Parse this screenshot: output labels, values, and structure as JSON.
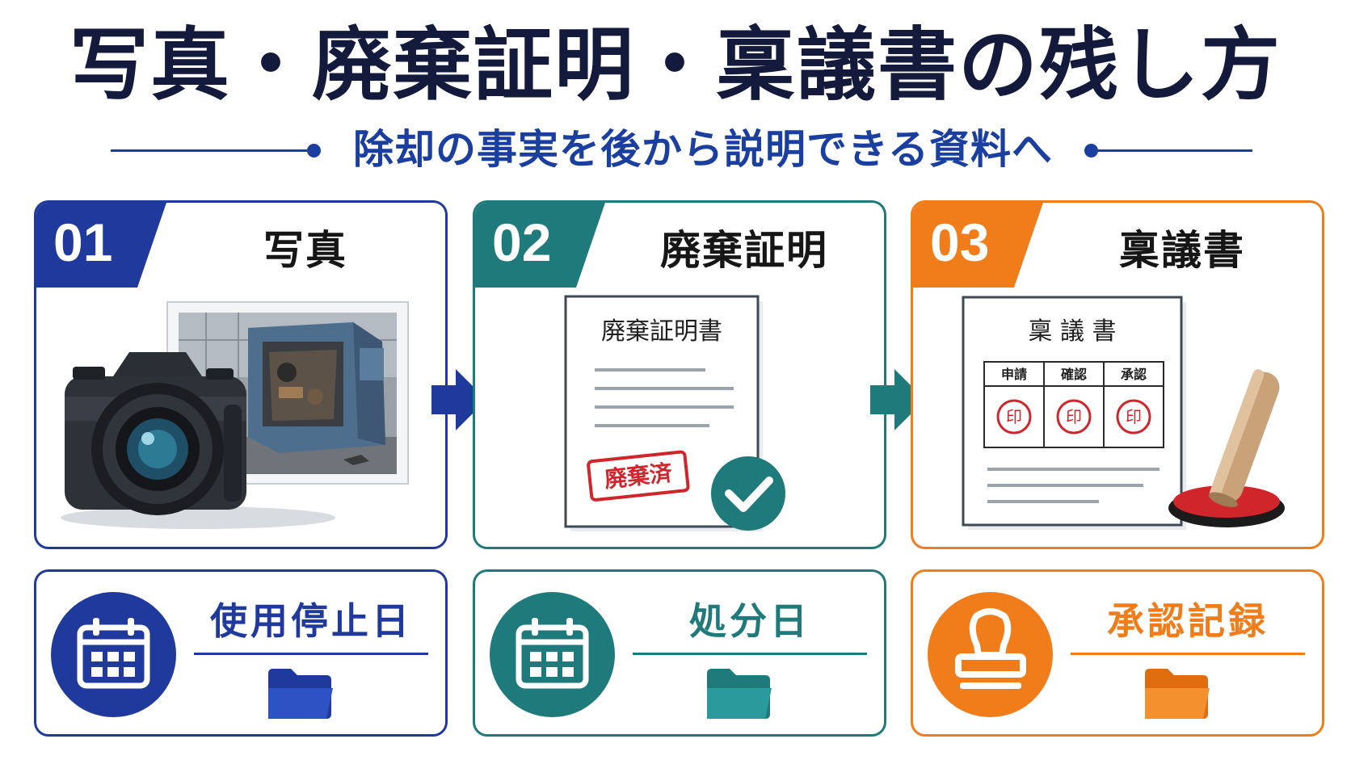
{
  "title": "写真・廃棄証明・稟議書の残し方",
  "subtitle": "除却の事実を後から説明できる資料へ",
  "colors": {
    "blue": "#1f3a9c",
    "teal": "#1f7a7c",
    "orange": "#f07c1a",
    "stamp_red": "#d0262b"
  },
  "cards": [
    {
      "number": "01",
      "title": "写真",
      "illustration": [
        "camera-icon",
        "photo-of-machine"
      ],
      "bottom_label": "使用停止日",
      "bottom_icon": "calendar-icon",
      "folder_icon": "folder-icon"
    },
    {
      "number": "02",
      "title": "廃棄証明",
      "document_title": "廃棄証明書",
      "stamp_text": "廃棄済",
      "illustration": [
        "document-icon",
        "checkmark-icon"
      ],
      "bottom_label": "処分日",
      "bottom_icon": "calendar-icon",
      "folder_icon": "folder-icon"
    },
    {
      "number": "03",
      "title": "稟議書",
      "document_title": "稟 議 書",
      "approval_columns": [
        "申請",
        "確認",
        "承認"
      ],
      "seal_text": "印",
      "illustration": [
        "document-icon",
        "hanko-stamp-icon"
      ],
      "bottom_label": "承認記録",
      "bottom_icon": "stamp-icon",
      "folder_icon": "folder-icon"
    }
  ],
  "arrows": [
    "arrow-right-icon",
    "arrow-right-icon"
  ]
}
